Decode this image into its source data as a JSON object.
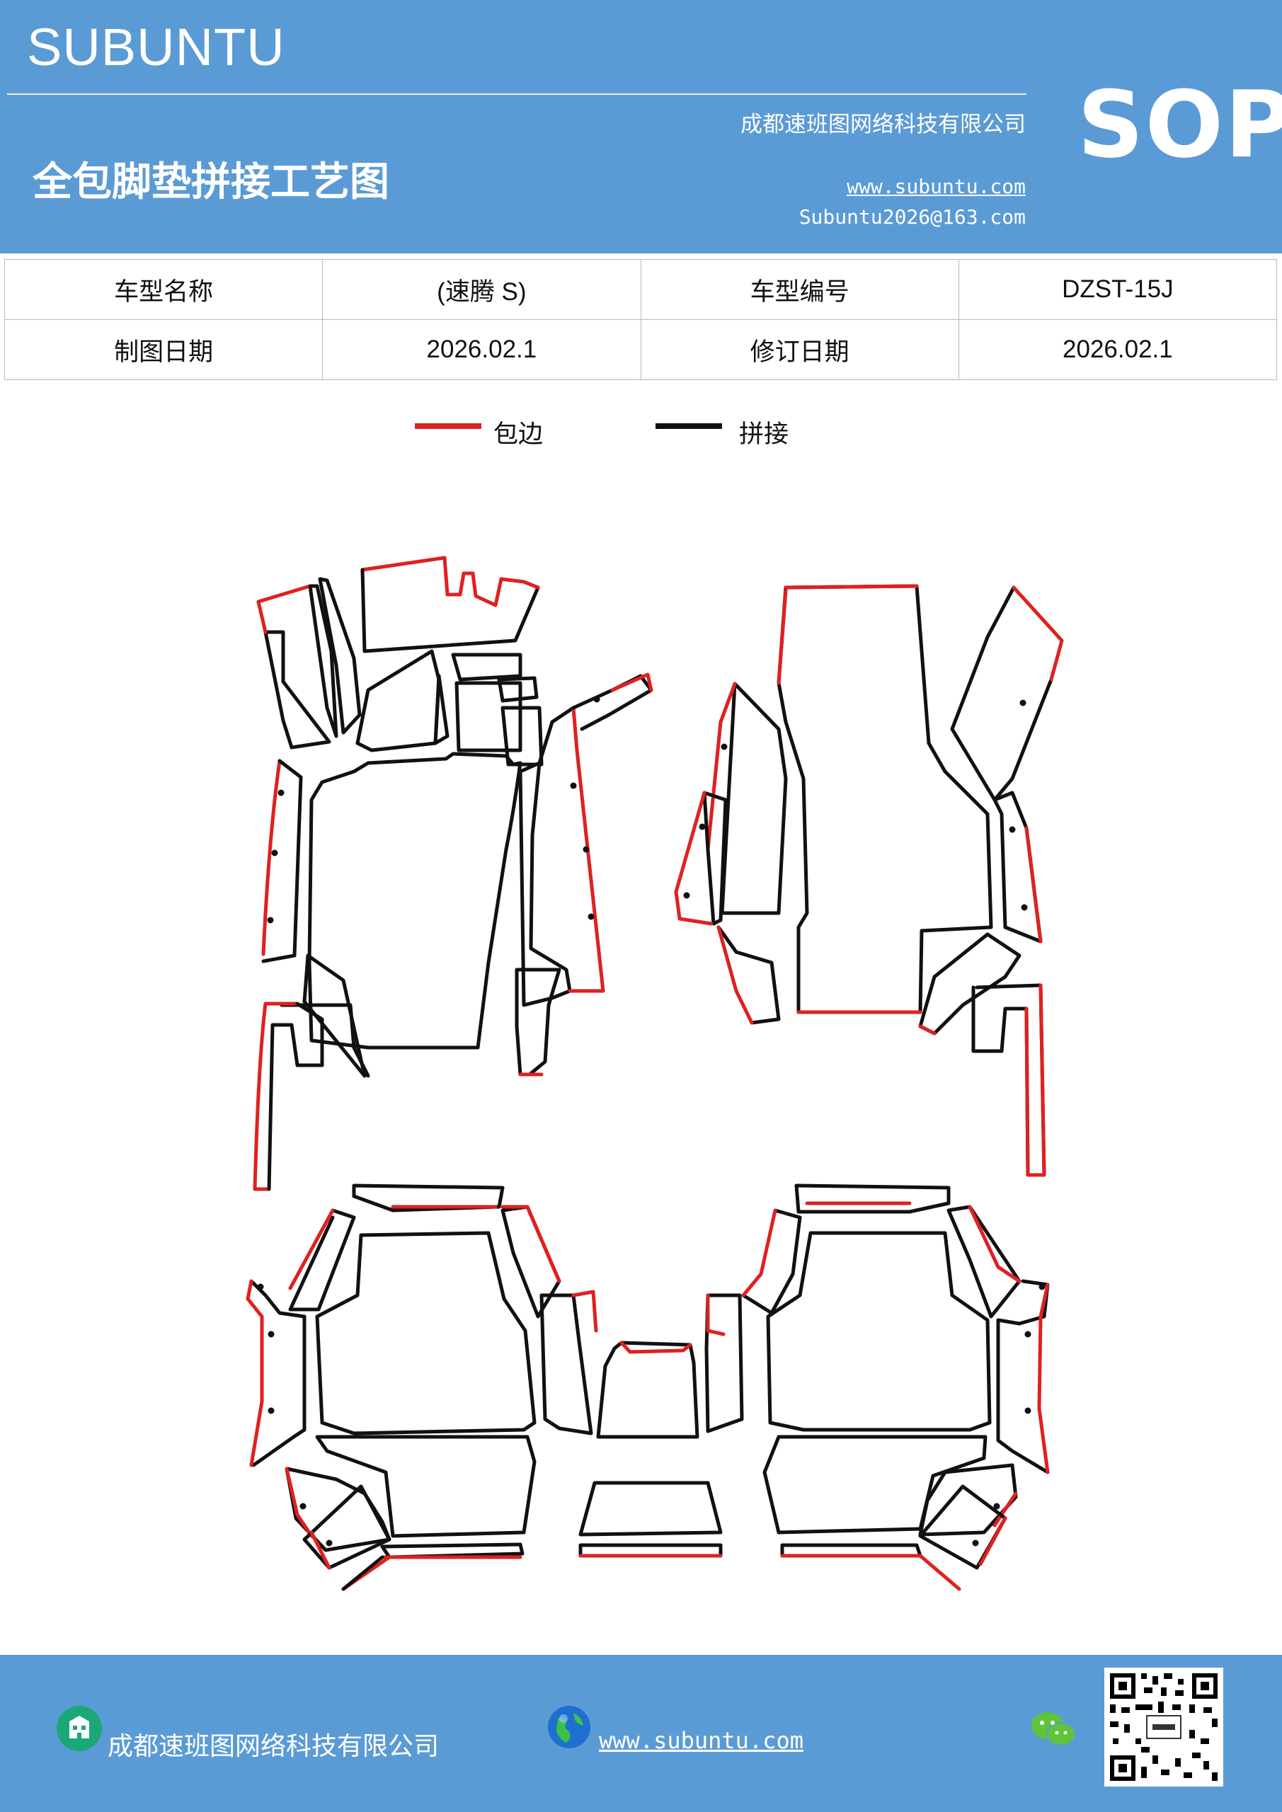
{
  "header": {
    "brand": "SUBUNTU",
    "title": "全包脚垫拼接工艺图",
    "company": "成都速班图网络科技有限公司",
    "website": "www.subuntu.com",
    "email": "Subuntu2026@163.com",
    "badge": "SOP"
  },
  "info_table": {
    "model_name_label": "车型名称",
    "model_name_value": "(速腾 S)",
    "model_code_label": "车型编号",
    "model_code_value": "DZST-15J",
    "draw_date_label": "制图日期",
    "draw_date_value": "2026.02.1",
    "revise_date_label": "修订日期",
    "revise_date_value": "2026.02.1"
  },
  "legend": {
    "edge_label": "包边",
    "edge_color": "#e02020",
    "joint_label": "拼接",
    "joint_color": "#111111"
  },
  "footer": {
    "company": "成都速班图网络科技有限公司",
    "website": "www.subuntu.com"
  }
}
